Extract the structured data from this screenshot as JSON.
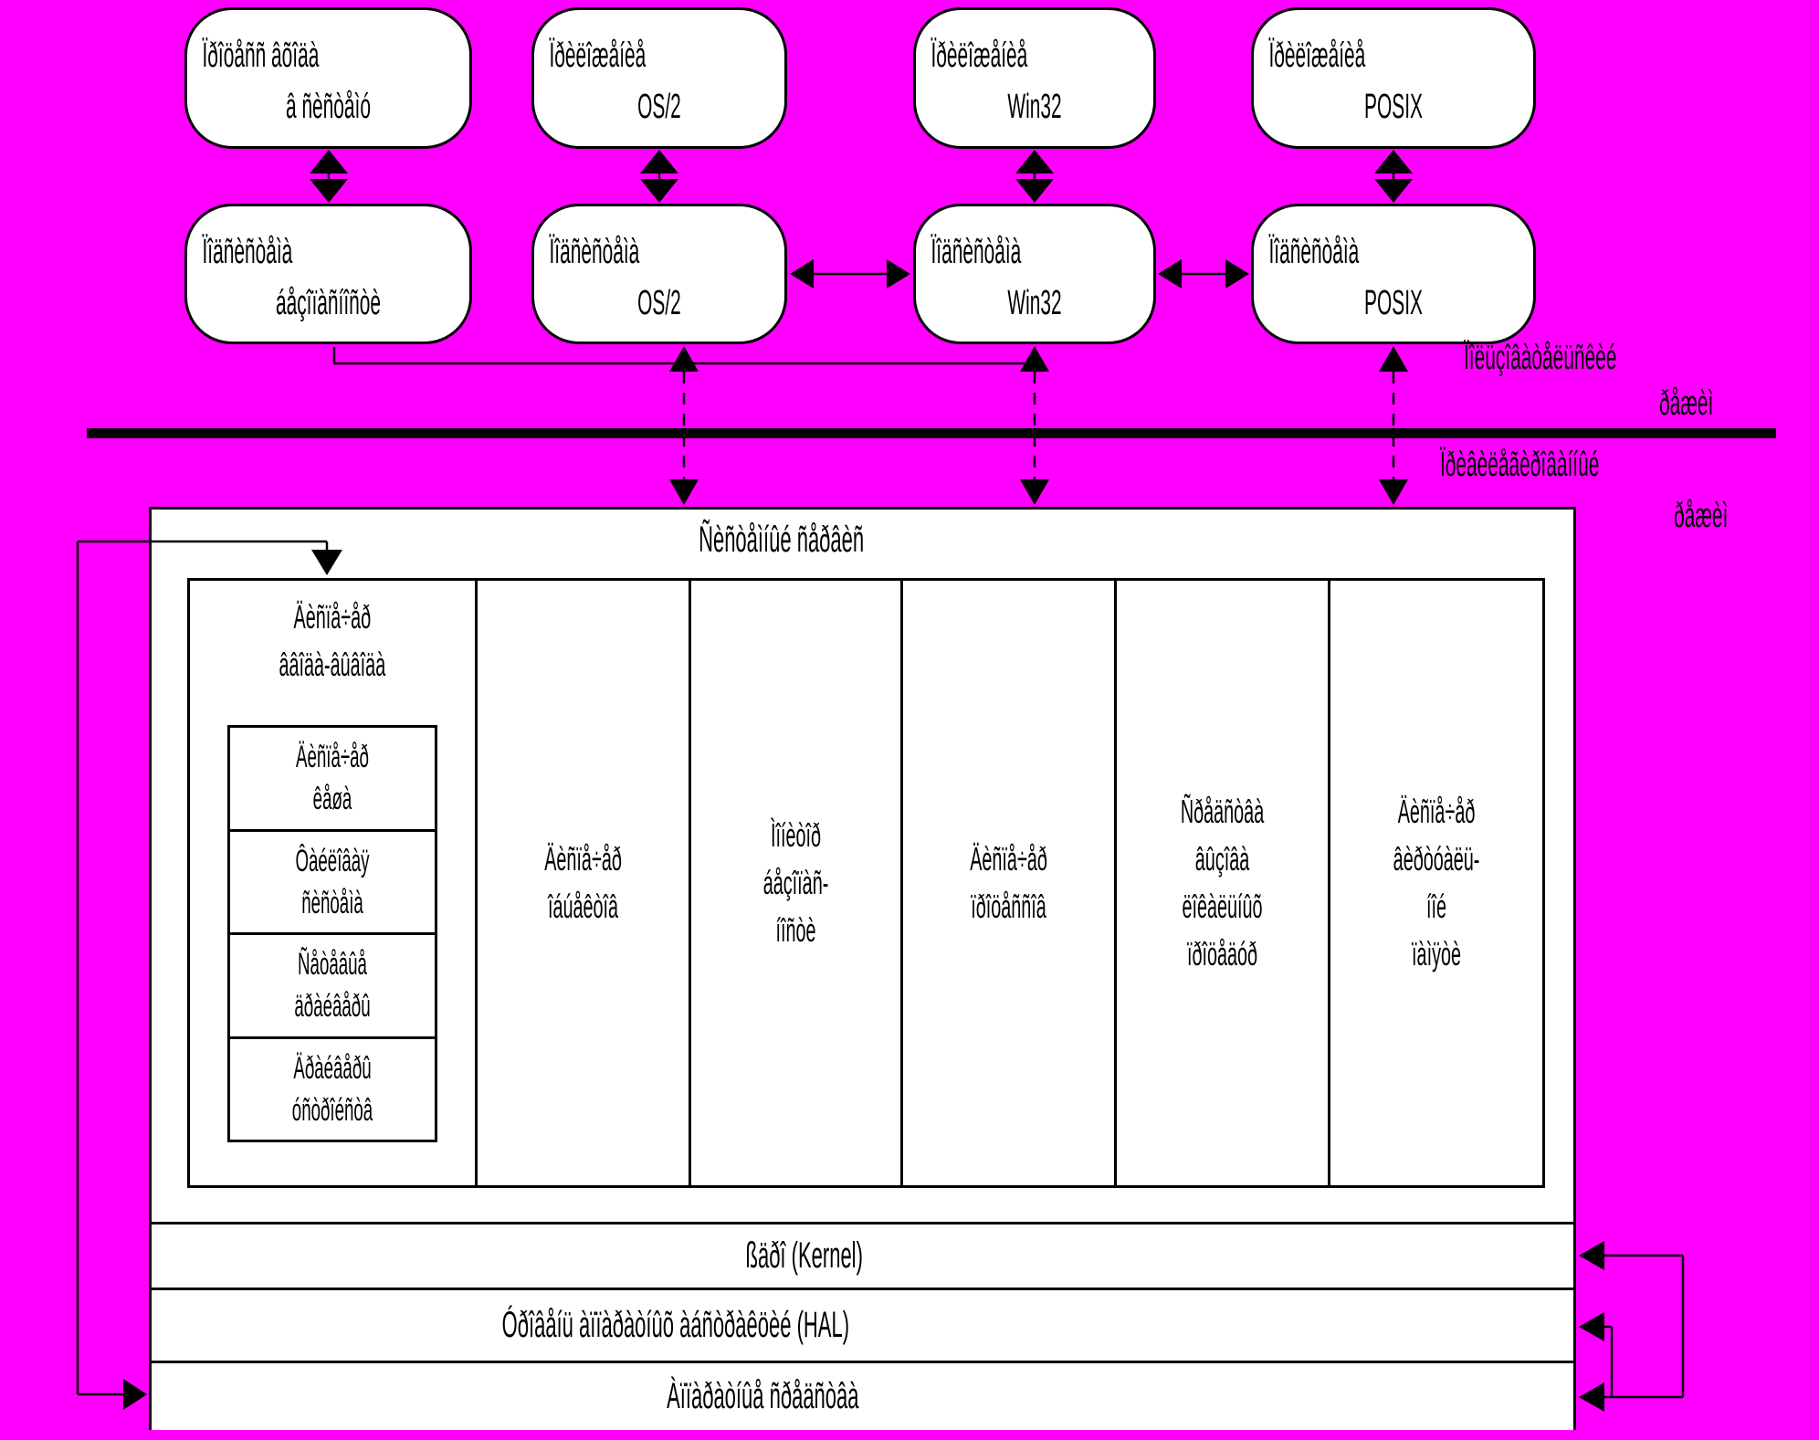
{
  "colors": {
    "background": "#ff00ff",
    "node_fill": "#ffffff",
    "line": "#000000"
  },
  "top_row": [
    {
      "line1": "Ïðîöåññ âõîäà",
      "line2": "â ñèñòåìó"
    },
    {
      "line1": "Ïðèëîæåíèå",
      "line2": "OS/2"
    },
    {
      "line1": "Ïðèëîæåíèå",
      "line2": "Win32"
    },
    {
      "line1": "Ïðèëîæåíèå",
      "line2": "POSIX"
    }
  ],
  "subsystem_row": [
    {
      "line1": "Ïîäñèñòåìà",
      "line2": "áåçîïàñíîñòè"
    },
    {
      "line1": "Ïîäñèñòåìà",
      "line2": "OS/2"
    },
    {
      "line1": "Ïîäñèñòåìà",
      "line2": "Win32"
    },
    {
      "line1": "Ïîäñèñòåìà",
      "line2": "POSIX"
    }
  ],
  "user_mode_label": {
    "line1": "Ïîëüçîâàòåëüñêèé",
    "line2": "ðåæèì"
  },
  "privileged_mode_label": {
    "line1": "Ïðèâèëåãèðîâàííûé",
    "line2": "ðåæèì"
  },
  "services": {
    "title": "Ñèñòåìíûé ñåðâèñ",
    "columns": [
      {
        "lines": [
          "Äèñïå÷åð",
          "ââîäà-âûâîäà"
        ]
      },
      {
        "lines": [
          "Äèñïå÷åð",
          "îáúåêòîâ"
        ]
      },
      {
        "lines": [
          "Ìîíèòîð",
          "áåçîïàñ-",
          "íîñòè"
        ]
      },
      {
        "lines": [
          "Äèñïå÷åð",
          "ïðîöåññîâ"
        ]
      },
      {
        "lines": [
          "Ñðåäñòâà",
          "âûçîâà",
          "ëîêàëüíûõ",
          "ïðîöåäóð"
        ]
      },
      {
        "lines": [
          "Äèñïå÷åð",
          "âèðòóàëü-",
          "íîé",
          "ïàìÿòè"
        ]
      }
    ],
    "io_stack": [
      {
        "line1": "Äèñïå÷åð",
        "line2": "êåøà"
      },
      {
        "line1": "Ôàéëîâàÿ",
        "line2": "ñèñòåìà"
      },
      {
        "line1": "Ñåòåâûå",
        "line2": "äðàéâåðû"
      },
      {
        "line1": "Äðàéâåðû",
        "line2": "óñòðîéñòâ"
      }
    ],
    "kernel_bar": "ßäðî (Kernel)",
    "hal_bar": "Óðîâåíü àïïàðàòíûõ àáñòðàêöèé (HAL)",
    "hardware_bar": "Àïïàðàòíûå ñðåäñòâà"
  }
}
